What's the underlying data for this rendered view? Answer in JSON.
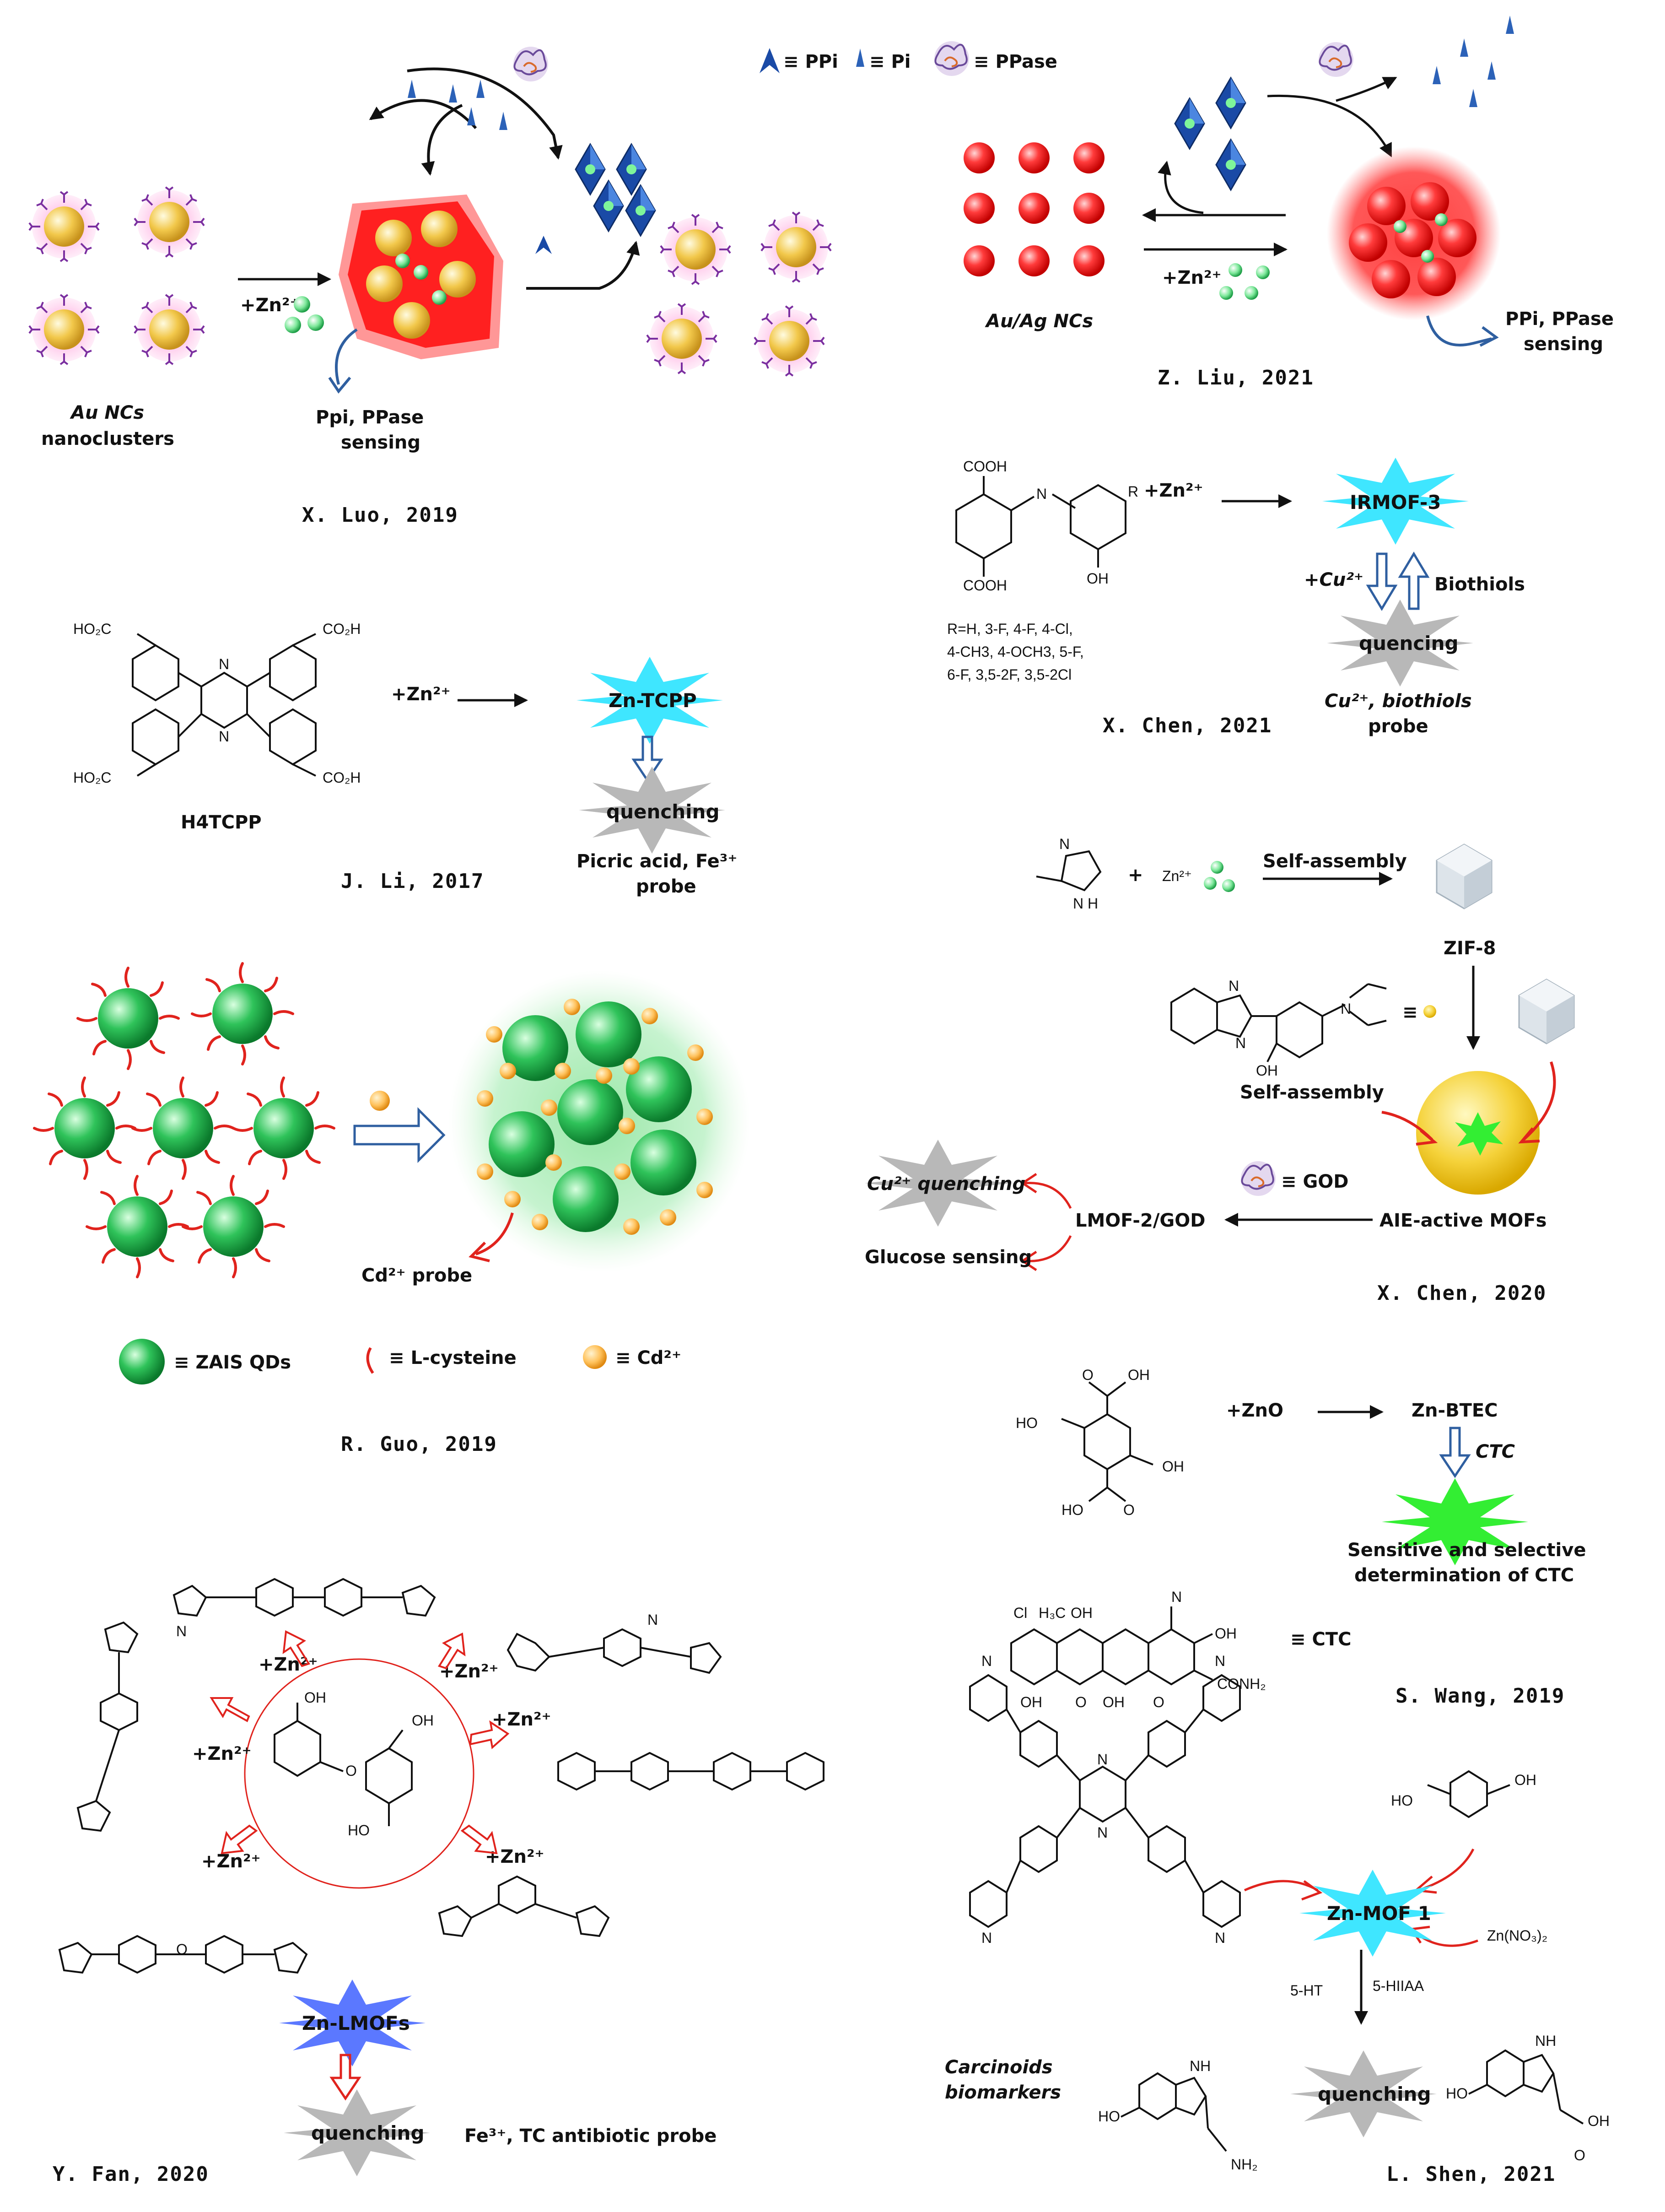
{
  "legend_top": {
    "ppi": "≡ PPi",
    "pi": "≡ Pi",
    "ppase": "≡ PPase"
  },
  "luo": {
    "reagent": "+Zn²⁺",
    "label1": "Au NCs",
    "label2": "nanoclusters",
    "sensing1": "Ppi, PPase",
    "sensing2": "sensing",
    "citation": "X. Luo, 2019"
  },
  "liu": {
    "reagent": "+Zn²⁺",
    "label": "Au/Ag NCs",
    "sensing1": "PPi, PPase",
    "sensing2": "sensing",
    "citation": "Z. Liu, 2021"
  },
  "chen2021": {
    "cooh_top": "COOH",
    "cooh_bottom": "COOH",
    "oh": "OH",
    "r": "R",
    "n": "N",
    "reagent": "+Zn²⁺",
    "product": "IRMOF-3",
    "cu": "+Cu²⁺",
    "biothiols": "Biothiols",
    "quench": "quencing",
    "probe1": "Cu²⁺, biothiols",
    "probe2": "probe",
    "r_list1": "R=H, 3-F, 4-F, 4-Cl,",
    "r_list2": "4-CH3, 4-OCH3, 5-F,",
    "r_list3": "6-F, 3,5-2F, 3,5-2Cl",
    "citation": "X. Chen, 2021"
  },
  "li": {
    "ho2c_tl": "HO₂C",
    "co2h_tr": "CO₂H",
    "ho2c_bl": "HO₂C",
    "co2h_br": "CO₂H",
    "n": "N",
    "name": "H4TCPP",
    "reagent": "+Zn²⁺",
    "product": "Zn-TCPP",
    "quench": "quenching",
    "probe1": "Picric acid, Fe³⁺",
    "probe2": "probe",
    "citation": "J. Li, 2017"
  },
  "chen2020": {
    "plus": "+",
    "zn": "Zn²⁺",
    "self_assembly1": "Self-assembly",
    "zif": "ZIF-8",
    "equiv": "≡",
    "self_assembly2": "Self-assembly",
    "oh": "OH",
    "n": "N",
    "nh": "N\nH",
    "god": "≡ GOD",
    "aie": "AIE-active MOFs",
    "lmof": "LMOF-2/GOD",
    "cu": "Cu²⁺ quenching",
    "glucose": "Glucose sensing",
    "citation": "X. Chen, 2020"
  },
  "guo": {
    "probe": "Cd²⁺ probe",
    "legend_qd": "≡ ZAIS QDs",
    "legend_cys": "≡ L-cysteine",
    "legend_cd": "≡ Cd²⁺",
    "citation": "R. Guo, 2019"
  },
  "wang": {
    "oh": "OH",
    "ho": "HO",
    "o": "O",
    "reagent": "+ZnO",
    "product": "Zn-BTEC",
    "ctc": "CTC",
    "result1": "Sensitive and selective",
    "result2": "determination of CTC",
    "ctc_equiv": "≡ CTC",
    "cl": "Cl",
    "h3c": "H₃C",
    "conh2": "CONH₂",
    "citation": "S. Wang, 2019"
  },
  "fan": {
    "zn": "+Zn²⁺",
    "n": "N",
    "o": "O",
    "oh": "OH",
    "ho": "HO",
    "product": "Zn-LMOFs",
    "quench": "quenching",
    "probe": "Fe³⁺, TC antibiotic probe",
    "citation": "Y. Fan, 2020"
  },
  "shen": {
    "n": "N",
    "nh": "NH",
    "oh": "OH",
    "ho": "HO",
    "o": "O",
    "nh2": "NH₂",
    "product": "Zn-MOF 1",
    "znno3": "Zn(NO₃)₂",
    "ht": "5-HT",
    "hiaa": "5-HIIAA",
    "quench": "quenching",
    "carcinoids1": "Carcinoids",
    "carcinoids2": "biomarkers",
    "citation": "L. Shen, 2021"
  },
  "colors": {
    "gold": "#f2c84b",
    "red_glow": "#ff1a1a",
    "green_qd": "#1faa4a",
    "cyan_burst": "#3fe6ff",
    "green_burst": "#33ee33",
    "gray_burst": "#b8b8b8",
    "blue_burst": "#5b78ff",
    "arrow_blue": "#2f5fa0",
    "arrow_red": "#e0231d"
  }
}
